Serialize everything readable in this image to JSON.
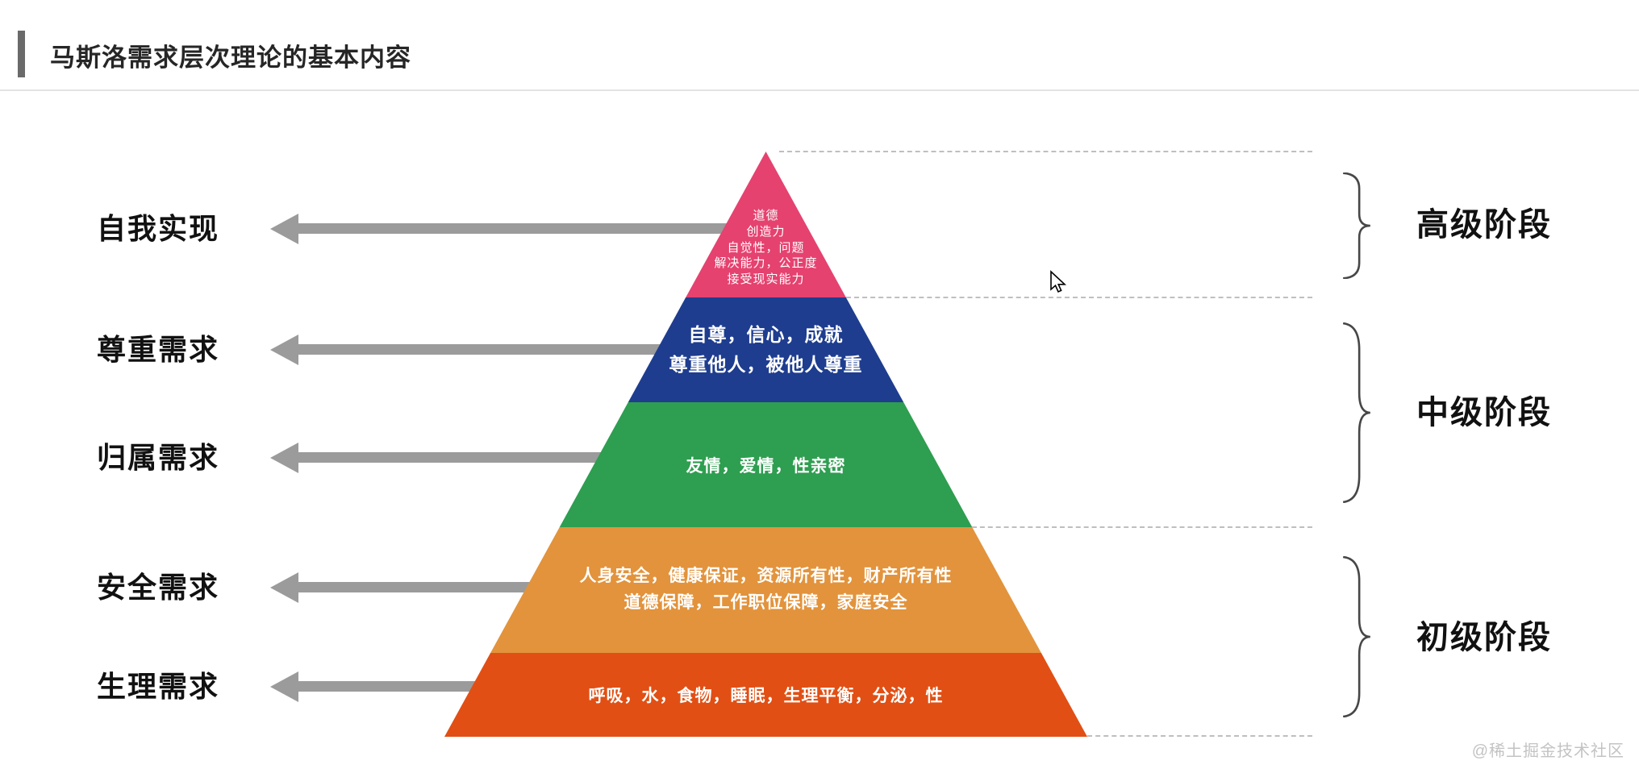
{
  "header": {
    "title": "马斯洛需求层次理论的基本内容"
  },
  "pyramid": {
    "levels": [
      {
        "id": "self-actualization",
        "label": "自我实现",
        "color": "#e5426f",
        "lines": [
          "道德",
          "创造力",
          "自觉性，问题",
          "解决能力，公正度",
          "接受现实能力"
        ]
      },
      {
        "id": "esteem",
        "label": "尊重需求",
        "color": "#1e3d8f",
        "lines": [
          "自尊，信心，成就",
          "尊重他人，被他人尊重"
        ]
      },
      {
        "id": "belonging",
        "label": "归属需求",
        "color": "#2e9e50",
        "lines": [
          "友情，爱情，性亲密"
        ]
      },
      {
        "id": "safety",
        "label": "安全需求",
        "color": "#e2933c",
        "lines": [
          "人身安全，健康保证，资源所有性，财产所有性",
          "道德保障，工作职位保障，家庭安全"
        ]
      },
      {
        "id": "physiological",
        "label": "生理需求",
        "color": "#e14f14",
        "lines": [
          "呼吸，水，食物，睡眠，生理平衡，分泌，性"
        ]
      }
    ]
  },
  "stages": [
    {
      "id": "advanced",
      "label": "高级阶段"
    },
    {
      "id": "intermediate",
      "label": "中级阶段"
    },
    {
      "id": "primary",
      "label": "初级阶段"
    }
  ],
  "watermark": "@稀土掘金技术社区"
}
